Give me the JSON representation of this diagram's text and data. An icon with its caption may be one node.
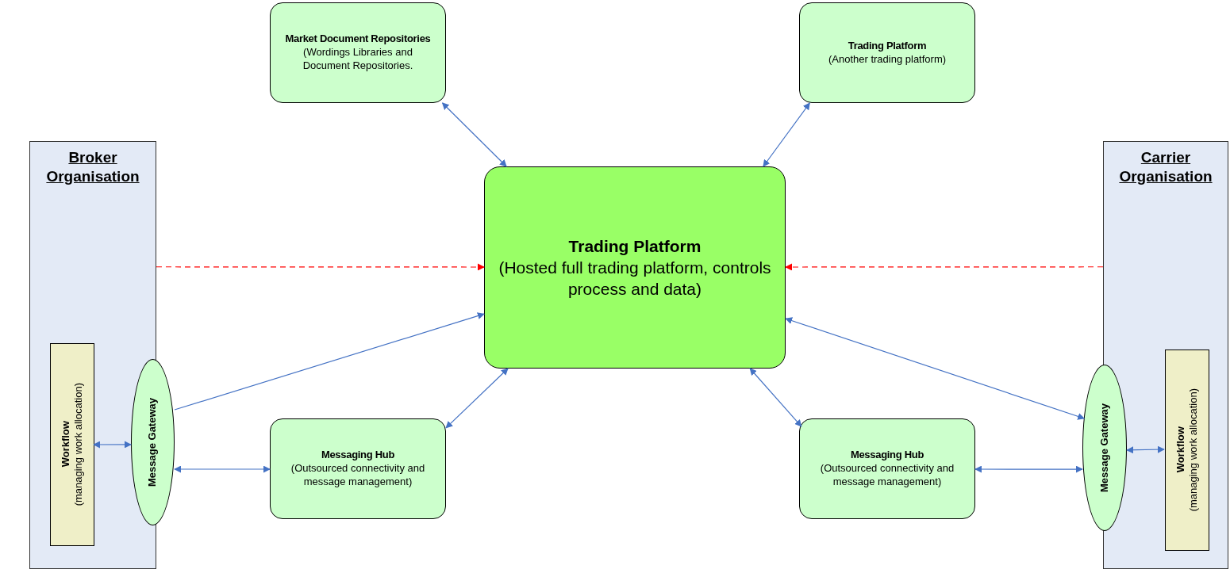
{
  "diagram": {
    "nodes": [
      {
        "text": [
          "Broker Organisation"
        ]
      },
      {
        "text": [
          "Workflow",
          "(managing work allocation)"
        ],
        "in": 0
      },
      {
        "text": [
          "Message Gateway"
        ]
      },
      {
        "text": [
          "Market Document Repositories",
          "(Wordings Libraries and Document Repositories."
        ]
      },
      {
        "text": [
          "Trading Platform",
          "(Another trading platform)"
        ]
      },
      {
        "text": [
          "Trading Platform",
          "(Hosted full trading platform, controls process and data)"
        ]
      },
      {
        "text": [
          "Messaging Hub",
          "(Outsourced connectivity and message management)"
        ]
      },
      {
        "text": [
          "Messaging Hub",
          "(Outsourced connectivity and message management)"
        ]
      },
      {
        "text": [
          "Carrier Organisation"
        ]
      },
      {
        "text": [
          "Message Gateway"
        ]
      },
      {
        "text": [
          "Workflow",
          "(managing work allocation)"
        ],
        "in": 8
      }
    ],
    "edges": [
      {
        "from": 3,
        "to": 5,
        "arrow": "both"
      },
      {
        "from": 4,
        "to": 5,
        "arrow": "both"
      },
      {
        "from": 0,
        "to": 5,
        "arrow": "to",
        "style": "dashed",
        "color": "#ff0000"
      },
      {
        "from": 8,
        "to": 5,
        "arrow": "to",
        "style": "dashed",
        "color": "#ff0000"
      },
      {
        "from": 2,
        "to": 5,
        "arrow": "to"
      },
      {
        "from": 5,
        "to": 9,
        "arrow": "both"
      },
      {
        "from": 1,
        "to": 2,
        "arrow": "both"
      },
      {
        "from": 2,
        "to": 6,
        "arrow": "both"
      },
      {
        "from": 6,
        "to": 5,
        "arrow": "both"
      },
      {
        "from": 5,
        "to": 7,
        "arrow": "both"
      },
      {
        "from": 7,
        "to": 9,
        "arrow": "both"
      },
      {
        "from": 9,
        "to": 10,
        "arrow": "both"
      }
    ]
  }
}
